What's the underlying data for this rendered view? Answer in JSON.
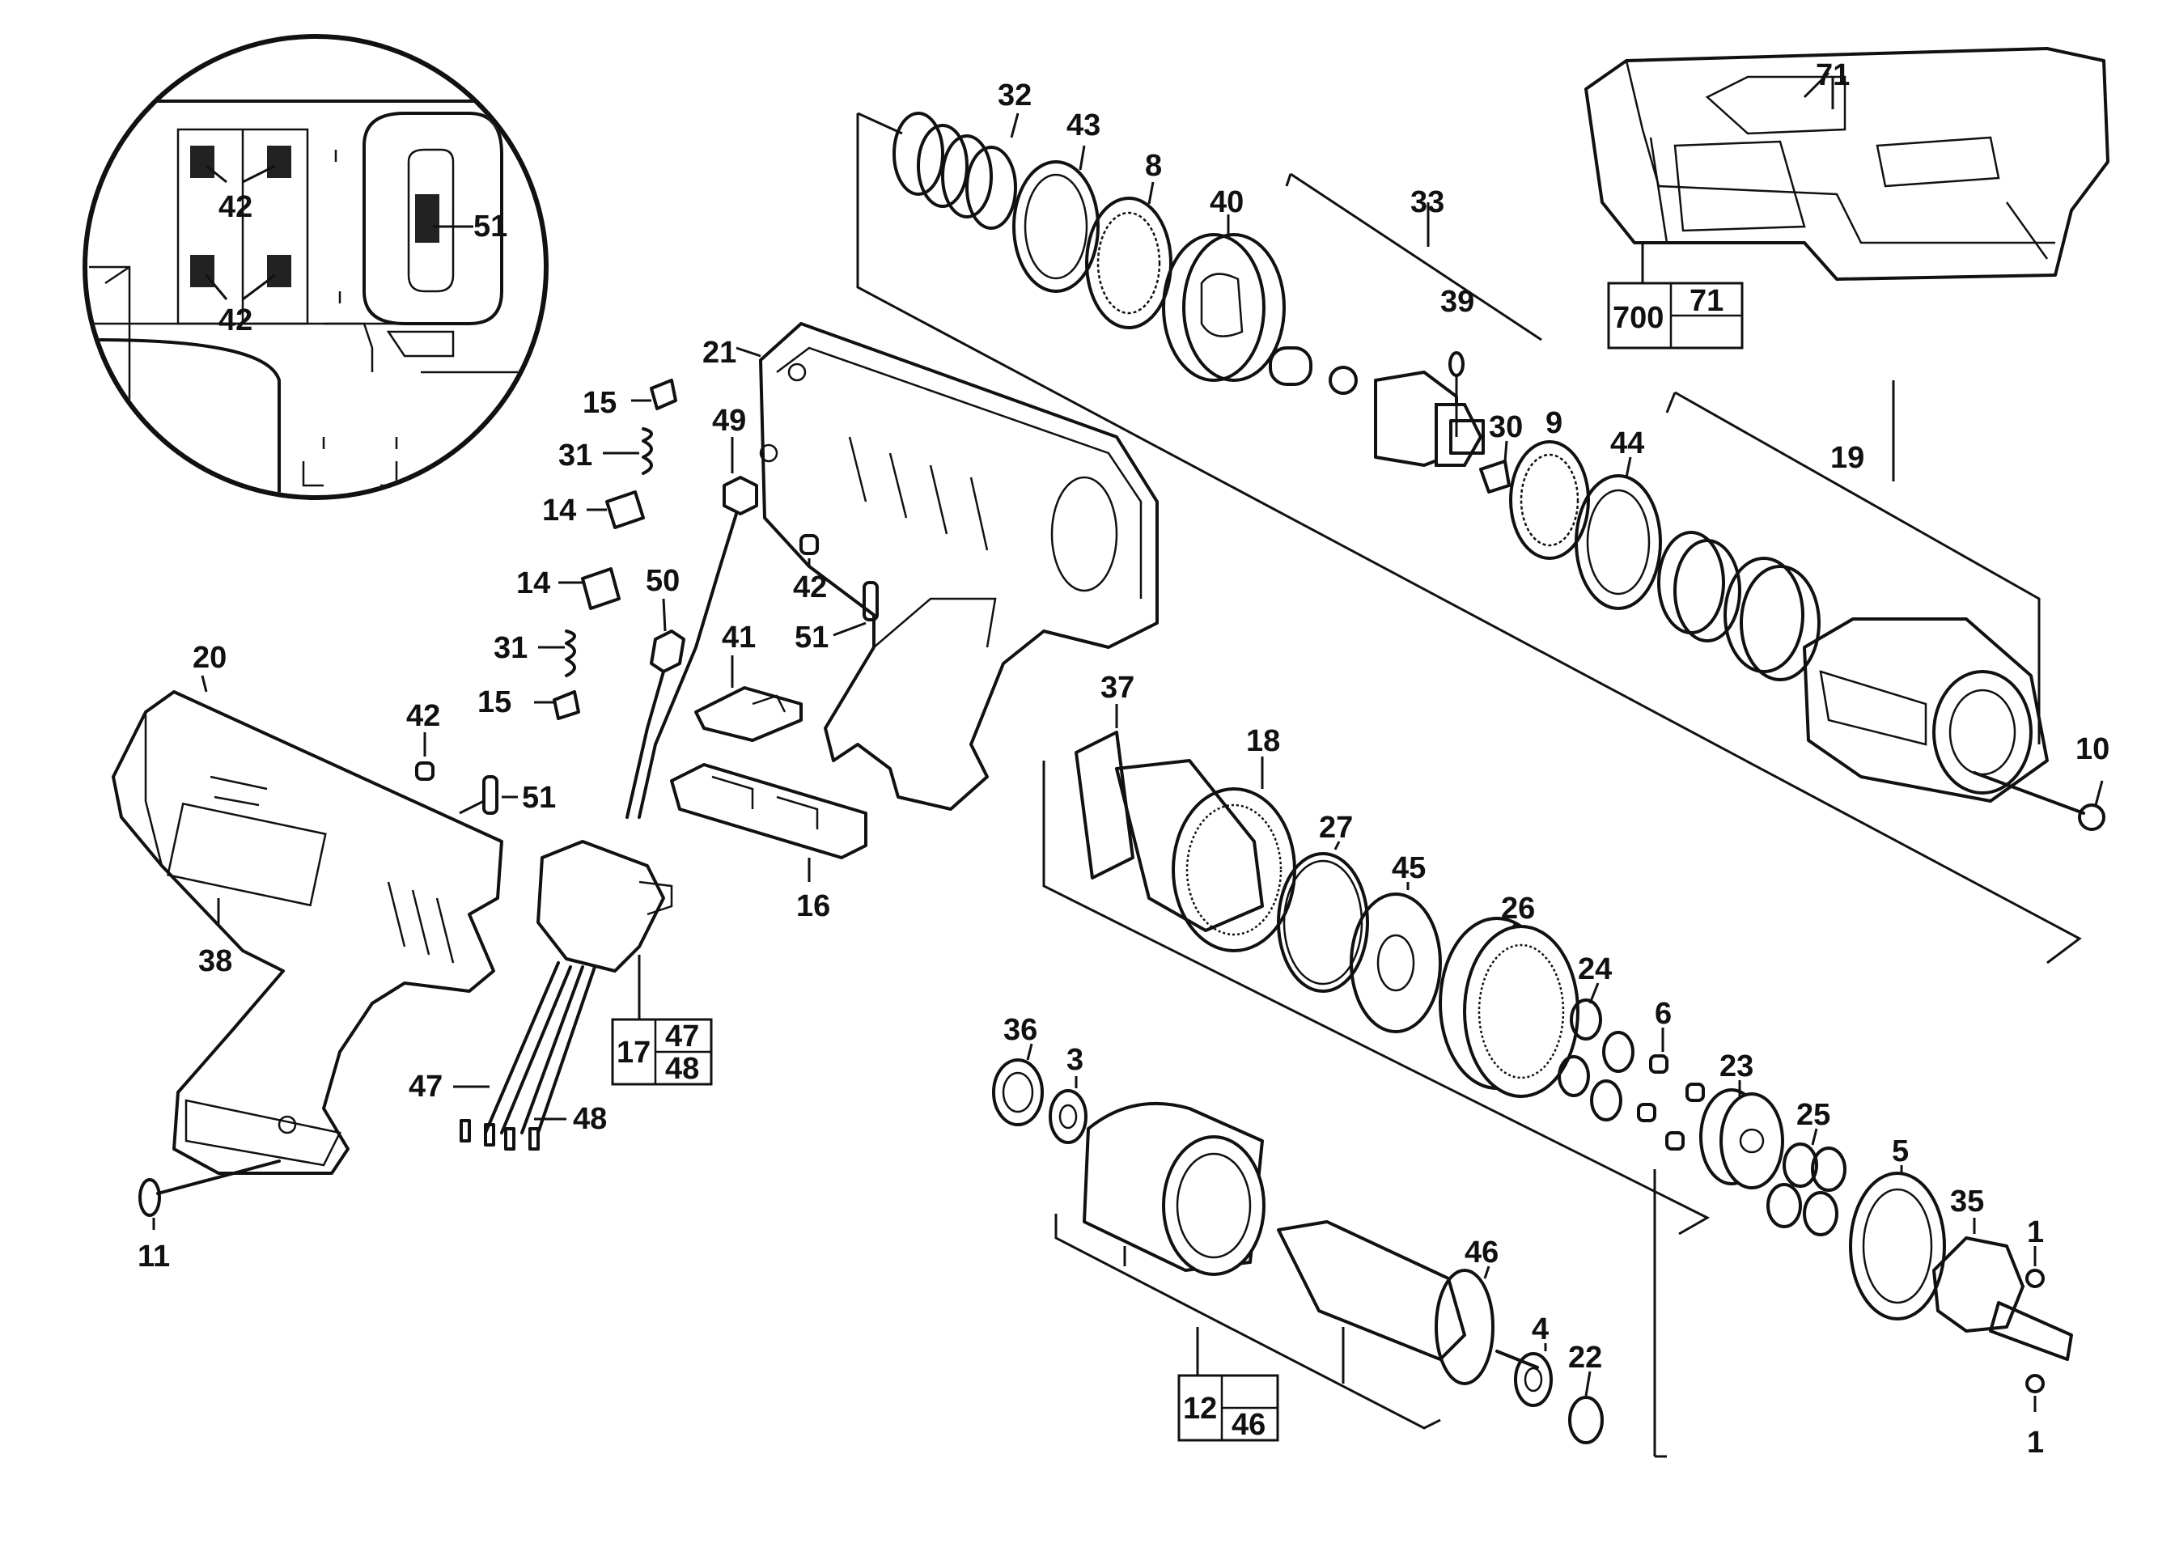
{
  "diagram": {
    "labels": {
      "p32": "32",
      "p43": "43",
      "p8": "8",
      "p40": "40",
      "p33": "33",
      "p39": "39",
      "p71a": "71",
      "p700": "700",
      "p71b": "71",
      "p21": "21",
      "p15a": "15",
      "p31a": "31",
      "p14a": "14",
      "p49": "49",
      "p42a": "42",
      "p42b": "42",
      "p51a": "51",
      "p30": "30",
      "p9": "9",
      "p44": "44",
      "p19": "19",
      "p42c": "42",
      "p51b": "51",
      "p14b": "14",
      "p50": "50",
      "p41": "41",
      "p31b": "31",
      "p15b": "15",
      "p20": "20",
      "p42d": "42",
      "p51c": "51",
      "p16": "16",
      "p37": "37",
      "p18": "18",
      "p27": "27",
      "p45": "45",
      "p26": "26",
      "p10": "10",
      "p38": "38",
      "p17": "17",
      "p47a": "47",
      "p48a": "48",
      "p47b": "47",
      "p48b": "48",
      "p36": "36",
      "p3": "3",
      "p24": "24",
      "p6": "6",
      "p23": "23",
      "p25": "25",
      "p5": "5",
      "p35": "35",
      "p1a": "1",
      "p1b": "1",
      "p46a": "46",
      "p4": "4",
      "p22": "22",
      "p11": "11",
      "p12": "12",
      "p46b": "46"
    }
  }
}
